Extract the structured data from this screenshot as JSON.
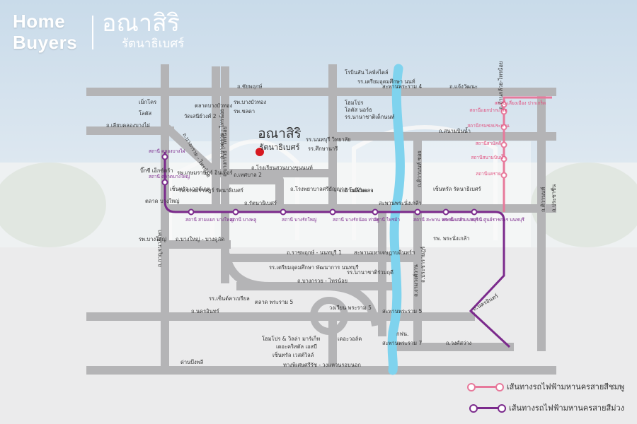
{
  "logo": {
    "word1": "Home",
    "word2": "Buyers",
    "project_name": "อณาสิริ",
    "project_sub": "รัตนาธิเบศร์"
  },
  "project_marker": {
    "name": "อณาสิริ",
    "sub": "รัตนาธิเบศร์",
    "color": "#d71920"
  },
  "colors": {
    "road": "#b4b4b6",
    "river": "#7fd3ee",
    "purple_line": "#7b2a8c",
    "pink_line": "#e7799b",
    "purple_text": "#7b2a8c",
    "pink_text": "#e0507f",
    "text": "#333333"
  },
  "roads": [
    {
      "label": "ถ.ชัยพฤกษ์"
    },
    {
      "label": "สะพานพระราม 4"
    },
    {
      "label": "ถ.แจ้งวัฒนะ"
    },
    {
      "label": "ถ.เลียบคลองบางไผ่"
    },
    {
      "label": "ถ.บางกรวย - ไทรน้อย"
    },
    {
      "label": "ถ.บางกรวย - ไทรน้อย"
    },
    {
      "label": "ถ.สนามบินน้ำ"
    },
    {
      "label": "ถ.ติวานนท์"
    },
    {
      "label": "ถ.บ้านกล้วย-ไทรน้อย"
    },
    {
      "label": "ถ.รัตนาธิเบศร์"
    },
    {
      "label": "สะพานพระนั่งเกล้า"
    },
    {
      "label": "ถ.บางใหญ่ - บางคูลัด"
    },
    {
      "label": "ถ.กาญจนาภิเษก"
    },
    {
      "label": "ถ.ราชพฤกษ์ - นนทบุรี 1"
    },
    {
      "label": "สะพานมหาเจษฎาบดินทร์ฯ"
    },
    {
      "label": "ถ.นครอินทร์"
    },
    {
      "label": "สะพานพระราม 5"
    },
    {
      "label": "ถ.งามวงศ์วาน"
    },
    {
      "label": "สะพานพระราม 7"
    },
    {
      "label": "ถ.ประชาราษฎร์"
    },
    {
      "label": "ถ.นครอินทร์"
    },
    {
      "label": "ถ.วงศ์สว่าง"
    },
    {
      "label": "ถ.ประชาชื่น"
    },
    {
      "label": "ทางพิเศษศรีรัช - วงแหวนรอบนอก"
    },
    {
      "label": "ถ.บางกรวย - ไทรน้อย"
    },
    {
      "label": "ถ.บางกรวย - ไทรน้อย"
    },
    {
      "label": "ถ.เทศบาล 2"
    },
    {
      "label": "ถ.โรงเรียนสวนบางขุนนนท์"
    },
    {
      "label": "ถ.โรงพยาบาลศรีธัญญา"
    },
    {
      "label": "ถ.ติวานนท์ ซอย"
    }
  ],
  "landmarks": [
    {
      "label": "โรบินสัน ไลฟ์สไตล์"
    },
    {
      "label": "รร.เตรียมอุดมศึกษา นนท์"
    },
    {
      "label": "โฮมโปร"
    },
    {
      "label": "โลตัส นอร์ธ"
    },
    {
      "label": "รร.นานาชาติเด็กนนท์"
    },
    {
      "label": "เม็กโคร"
    },
    {
      "label": "โลตัส"
    },
    {
      "label": "ตลาดบางบัวทอง"
    },
    {
      "label": "วัดเสนีย์วงศ์ 2"
    },
    {
      "label": "รพ.บางบัวทอง"
    },
    {
      "label": "รพ.ชลดา"
    },
    {
      "label": "รร.นนทบุรี วิทยาลัย"
    },
    {
      "label": "รร.ศึกษานารี"
    },
    {
      "label": "บิ๊กซี เอ็กซ์ตร้า"
    },
    {
      "label": "รพ.เกษมราษฎร์ อินเตอร์"
    },
    {
      "label": "เซ็นทรัล เวสต์เกต"
    },
    {
      "label": "รพ.เกษมราษฎร์ รัตนาธิเบศร์"
    },
    {
      "label": "ตลาด บางใหญ่"
    },
    {
      "label": "ถ.บ้านบึงพลาว"
    },
    {
      "label": "ดิ โฟล์วิลเลจ"
    },
    {
      "label": "เซ็นทรัล รัตนาธิเบศร์"
    },
    {
      "label": "รพ.บางใหญ่"
    },
    {
      "label": "รร.เตรียมอุดมศึกษา พัฒนาการ นนทบุรี"
    },
    {
      "label": "รร.นานาชาติร่วมฤดี"
    },
    {
      "label": "รพ. พระนั่งเกล้า"
    },
    {
      "label": "รร.เซ็นต์คาเบรียล"
    },
    {
      "label": "ตลาด พระราม 5"
    },
    {
      "label": "วงเวียน พระราม 5"
    },
    {
      "label": "เดอะวอล์ค"
    },
    {
      "label": "กฟน."
    },
    {
      "label": "โฮมโปร & วิลล่า มาร์เก็ท"
    },
    {
      "label": "เดอะคริสตัล เอสบี"
    },
    {
      "label": "เซ็นทรัล เวสต์วิลล์"
    },
    {
      "label": "ด่านบึงพลี"
    }
  ],
  "purple_stations": [
    {
      "label": "สถานี คลองบางไผ่"
    },
    {
      "label": "สถานี ตลาดบางใหญ่"
    },
    {
      "label": "สถานี สามแยก บางใหญ่"
    },
    {
      "label": "สถานี บางพลู"
    },
    {
      "label": "สถานี บางรักใหญ่"
    },
    {
      "label": "สถานี บางรักน้อย ท่าอิฐ"
    },
    {
      "label": "สถานี ไทรม้า"
    },
    {
      "label": "สถานี สะพาน พระนั่งเกล้า"
    },
    {
      "label": "สถานี แยกนนทบุรี 1"
    },
    {
      "label": "สถานี ศูนย์ราชการ นนทบุรี"
    }
  ],
  "pink_stations": [
    {
      "label": "สถานี เลี่ยงเมือง ปากเกร็ด"
    },
    {
      "label": "สถานีแยกปากเกร็ด"
    },
    {
      "label": "สถานีกรมชลประทาน"
    },
    {
      "label": "สถานีสามัคคี"
    },
    {
      "label": "สถานีสนามบินน้ำ"
    },
    {
      "label": "สถานีแคราย"
    }
  ],
  "legend": {
    "pink": "เส้นทางรถไฟฟ้ามหานครสายสีชมพู",
    "purple": "เส้นทางรถไฟฟ้ามหานครสายสีม่วง"
  }
}
